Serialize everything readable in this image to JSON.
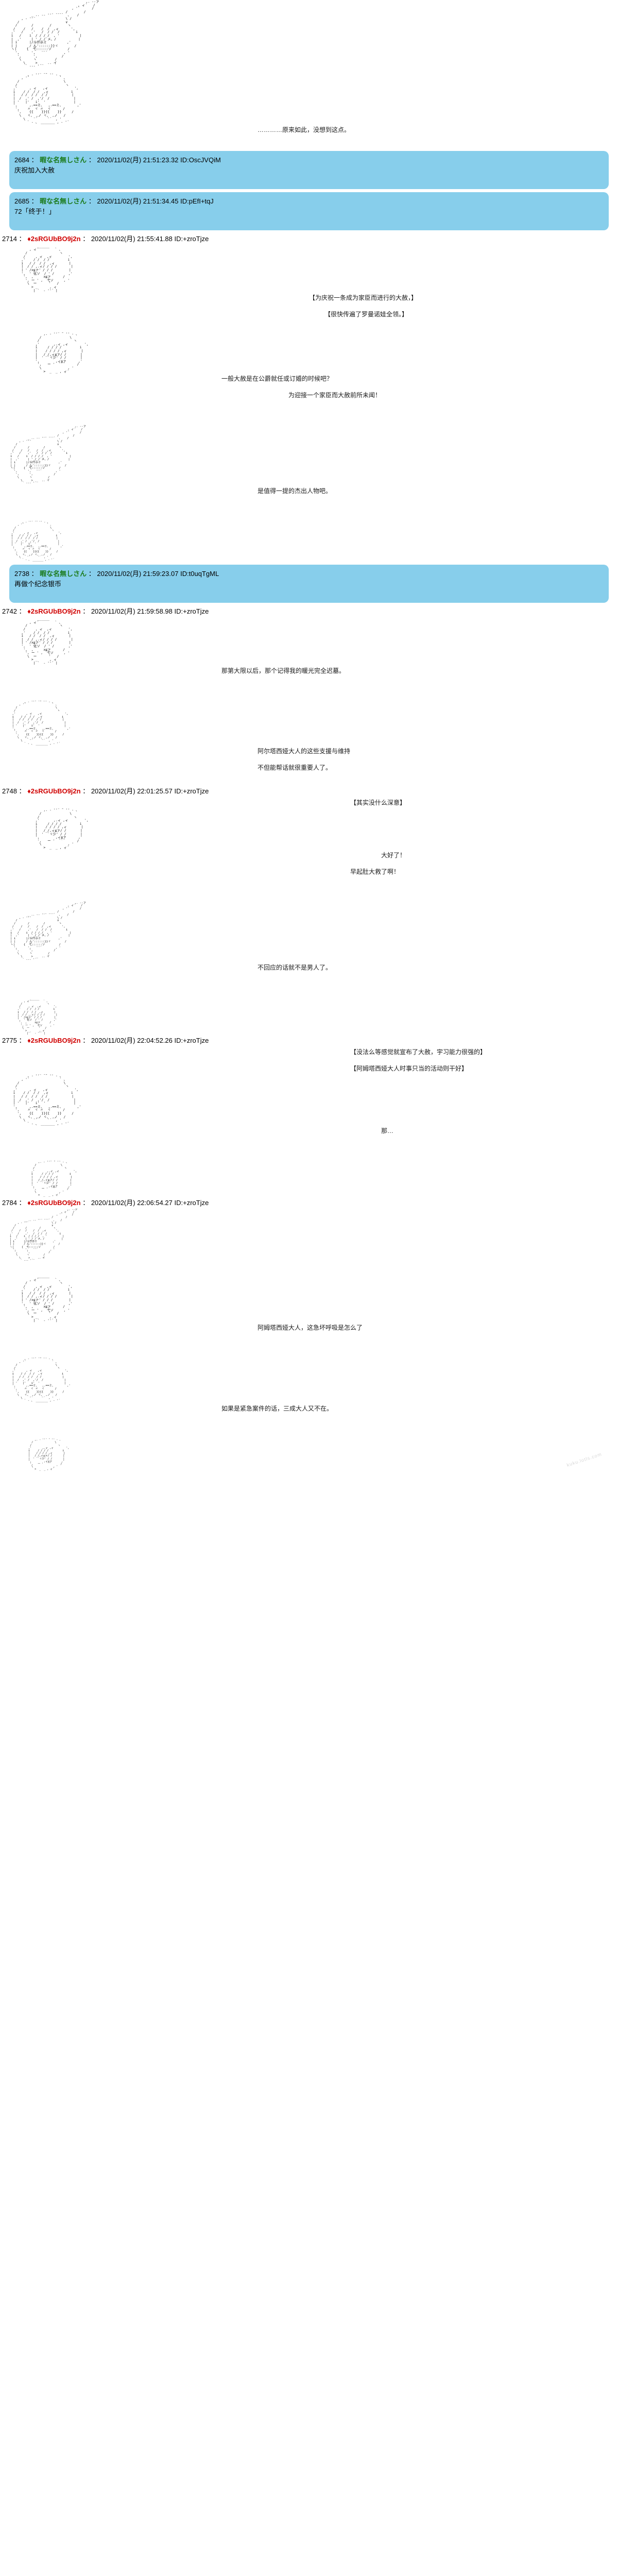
{
  "meta": {
    "board_style": "2ch-aa-thread",
    "accent_blue": "#87ceeb",
    "trip_red": "#d00000",
    "anon_green": "#1a7a1a",
    "watermark": "kuku.lotls.com"
  },
  "labels": {
    "anon_name": "暇な名無しさん",
    "trip_name": "♦2sRGUbBO9j2n",
    "colon": " ： "
  },
  "posts": [
    {
      "id": "p2684",
      "kind": "quote",
      "number": "2684",
      "name": "暇な名無しさん",
      "name_kind": "anon",
      "datetime": "2020/11/02(月) 21:51:23.32",
      "uid": "ID:OscJVQiM",
      "body": "庆祝加入大赦"
    },
    {
      "id": "p2685",
      "kind": "quote",
      "number": "2685",
      "name": "暇な名無しさん",
      "name_kind": "anon",
      "datetime": "2020/11/02(月) 21:51:34.45",
      "uid": "ID:pEfI+tqJ",
      "body": "72「终于！」"
    },
    {
      "id": "p2714",
      "kind": "main",
      "number": "2714",
      "name": "♦2sRGUbBO9j2n",
      "name_kind": "trip",
      "datetime": "2020/11/02(月) 21:55:41.88",
      "uid": "ID:+zroTjze"
    },
    {
      "id": "p2738",
      "kind": "quote",
      "number": "2738",
      "name": "暇な名無しさん",
      "name_kind": "anon",
      "datetime": "2020/11/02(月) 21:59:23.07",
      "uid": "ID:t0uqTgML",
      "body": "再做个纪念银币"
    },
    {
      "id": "p2742",
      "kind": "main",
      "number": "2742",
      "name": "♦2sRGUbBO9j2n",
      "name_kind": "trip",
      "datetime": "2020/11/02(月) 21:59:58.98",
      "uid": "ID:+zroTjze"
    },
    {
      "id": "p2748",
      "kind": "main",
      "number": "2748",
      "name": "♦2sRGUbBO9j2n",
      "name_kind": "trip",
      "datetime": "2020/11/02(月) 22:01:25.57",
      "uid": "ID:+zroTjze"
    },
    {
      "id": "p2775",
      "kind": "main",
      "number": "2775",
      "name": "♦2sRGUbBO9j2n",
      "name_kind": "trip",
      "datetime": "2020/11/02(月) 22:04:52.26",
      "uid": "ID:+zroTjze"
    },
    {
      "id": "p2784",
      "kind": "main",
      "number": "2784",
      "name": "♦2sRGUbBO9j2n",
      "name_kind": "trip",
      "datetime": "2020/11/02(月) 22:06:54.27",
      "uid": "ID:+zroTjze"
    }
  ],
  "dialogue": {
    "d01": "…………原来如此，没想到这点。",
    "d02": "【为庆祝一条成为家臣而进行的大赦，】",
    "d03": "【很快传遍了罗曼诺娃全领。】",
    "d04": "一般大赦是在公爵就任或订婚的时候吧？",
    "d05": "为迎接一个家臣而大赦前所未闻！",
    "d06": "是值得一提的杰出人物吧。",
    "d07": "阿尔塔西娅大人的这些支援与维持",
    "d08": "不但能帮话就很重要人了。",
    "d09": "【其实没什么深意】",
    "d10": "大好了！",
    "d11": "早起肚大救了啊！",
    "d12": "【没法么等感觉就宣布了大赦，宇习能力很强的】",
    "d13": "【阿姆塔西娅大人时事只当的活动则干好】",
    "d14": "那…",
    "d15": "阿姆塔西娅大人，这急坏呼吸是怎么了",
    "d16": "如果是紧急案件的话，三成大人又不在。",
    "d17": "那第大限以后，那个记得我的暖光完全迟墓。",
    "d18": "不回应的话就不是男人了。"
  },
  "art": {
    "a1": "                                        ,. -‐ァ\n                                    , ィ´   /\n                                 , '´      /\n                              /        /\n             _ .. -‐ ''¨ ̄ ̄ ̄ `  、   /\n        , ‐ ''¨               \\ /\n      /                       ∨\n     /       /        /        ヽ\n    /    /   /    /  /  ,ィ      ',\n   ,'   /    ,'   /  / /  /        i\n   i   /    i  / / / /  , '          |\n   |  ,'     | ' / /`メ、/           |\n   | i      |/斗仟示ミ          ,'\n   | |      / ん'::::::}}ヾ        /\n   ヽ|     {  弋::::::ソ        /\n     ',      ',   ¨¨´        , '\n      ',      ',            /\n       \\      ヽ         /\n         \\     >  _  .. イ\n          ` ‐-‐ '´",
    "a2": "           , ‐ ''¨ ̄ ̄¨ '' ‐ 、\n        , '´               ` 、\n      /                      \\\n     /                        ヽ\n    ,'      , ィ   ,ィ             ',\n    i    / /  / /  ,ィ           i\n    |   / /  / /  / /            |\n    |  /  ,' /  ,'/  /            |\n    | '   |'   i'  '              |\n    ',      ,.==ミ、  ,.==ミ、       ,'\n     ',    〃  ヾ 〃  ヾ      /\n      ',    {{    }}{{    }}     /\n       \\   ヾ、 ,ノ ヾ、 ,ノ   /\n         \\    ¨´     ¨´  , '\n           ` ‐ 、 _______ , ‐ '´",
    "a3": "                ______\n            , ィ´        ` 、\n          /                ヽ\n         /     , ィ  ,ィ        ',\n        ,'    / /  / /         i\n        i   / /  / /  ,ィ       |\n        |  / / ,.ィ/ / / /       |\n        | ' /x≦ァ' / / /        |\n        ',  ' 化ソ  / ' /       ,'\n         ',  ,     x≦ァ      /\n          ', ー ' ,  弋ソ     , '\n           \\  ー      '   /\n             > _      , ィ\n              | `  ‐ ''´ |",
    "a4": "                   ,. ‐ ''¨ ̄¨ '' ‐ 、\n                 /              \\\n                /                 ヽ\n               ,'       ,.ィ ,ィ        ',\n               i     / / / /         i\n               |    / / / / ,ィ       |\n               |   /_/,ィ≦ァ/ /       |\n               |  '  `ヾ少' / /       |\n               ',        ,ィ≦ァ      ,'\n                ',   ー '  `¨´      /\n                 \\             , '\n                   >  _  _ , ィ´"
  }
}
